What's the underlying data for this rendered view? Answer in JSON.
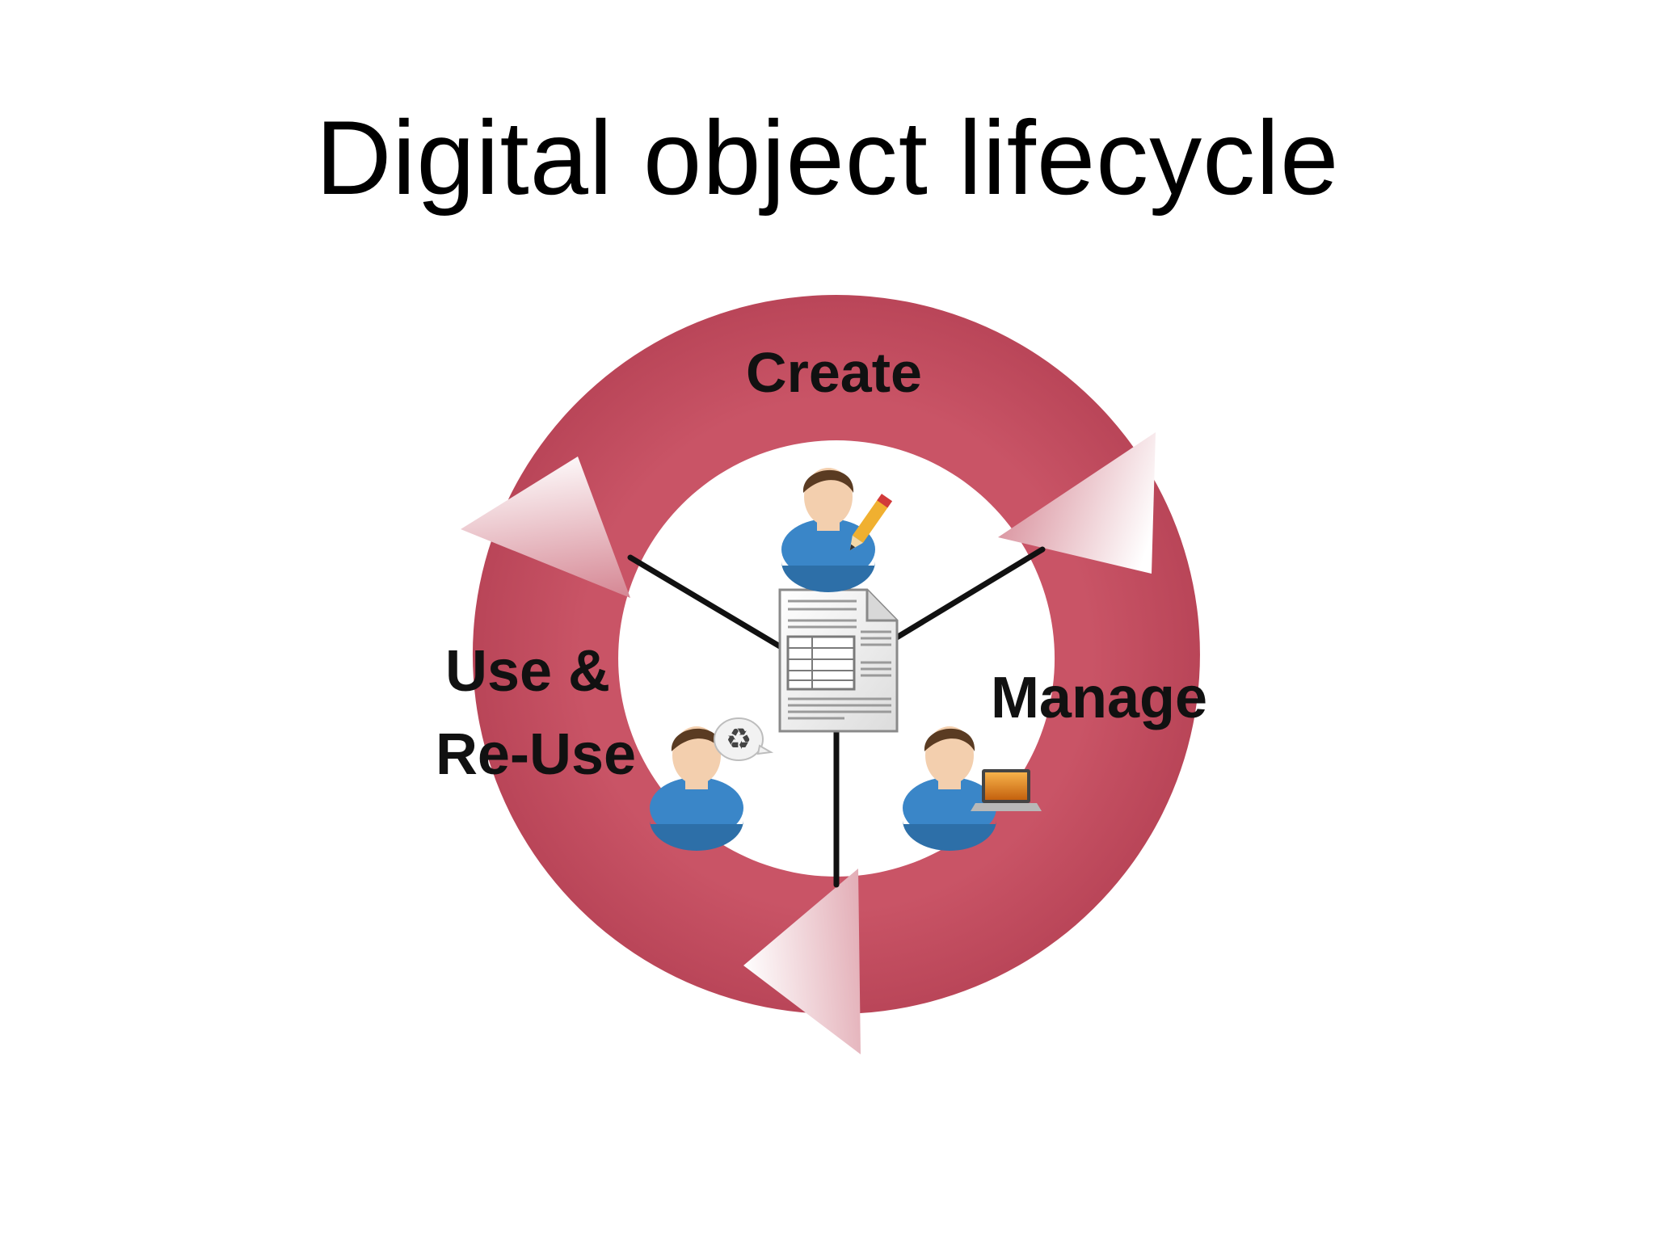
{
  "slide": {
    "title": "Digital object lifecycle"
  },
  "diagram": {
    "stages": [
      {
        "id": "create",
        "label_lines": [
          "Create"
        ]
      },
      {
        "id": "manage",
        "label_lines": [
          "Manage"
        ]
      },
      {
        "id": "reuse",
        "label_lines": [
          "Use &",
          "Re-Use"
        ]
      }
    ],
    "center_object": "document-icon",
    "colors": {
      "ring": "#c24f62",
      "ring_dark": "#a83d50",
      "arrow_fade": "#ffffff",
      "spoke": "#111111",
      "person_shirt": "#3a86c8",
      "person_skin": "#f3cfae",
      "person_hair": "#5a3b22"
    }
  }
}
